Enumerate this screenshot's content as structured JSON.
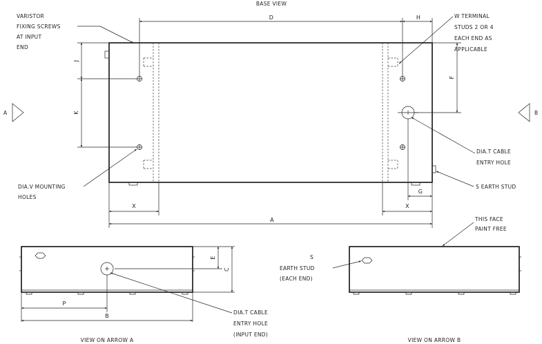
{
  "title": "BASE VIEW",
  "views": {
    "arrow_a": "VIEW ON ARROW A",
    "arrow_b": "VIEW ON ARROW B"
  },
  "markers": {
    "a": "A",
    "b": "B"
  },
  "dims": {
    "D": "D",
    "H": "H",
    "J": "J",
    "K": "K",
    "F": "F",
    "G": "G",
    "X": "X",
    "A": "A",
    "E": "E",
    "C": "C",
    "P": "P",
    "B": "B"
  },
  "callouts": {
    "varistor": [
      "VARISTOR",
      "FIXING SCREWS",
      "AT INPUT",
      "END"
    ],
    "w_terminal": [
      "W TERMINAL",
      "STUDS 2 OR 4",
      "EACH END AS",
      "APPLICABLE"
    ],
    "dia_t_cable": [
      "DIA.T CABLE",
      "ENTRY HOLE"
    ],
    "s_earth_stud": [
      "S EARTH STUD"
    ],
    "dia_v_mounting": [
      "DIA.V MOUNTING",
      "HOLES"
    ],
    "paint_free": [
      "THIS FACE",
      "PAINT FREE"
    ],
    "s_earth_each": [
      "S",
      "EARTH STUD",
      "(EACH END)"
    ],
    "dia_t_input": [
      "DIA.T CABLE",
      "ENTRY HOLE",
      "(INPUT END)"
    ]
  }
}
